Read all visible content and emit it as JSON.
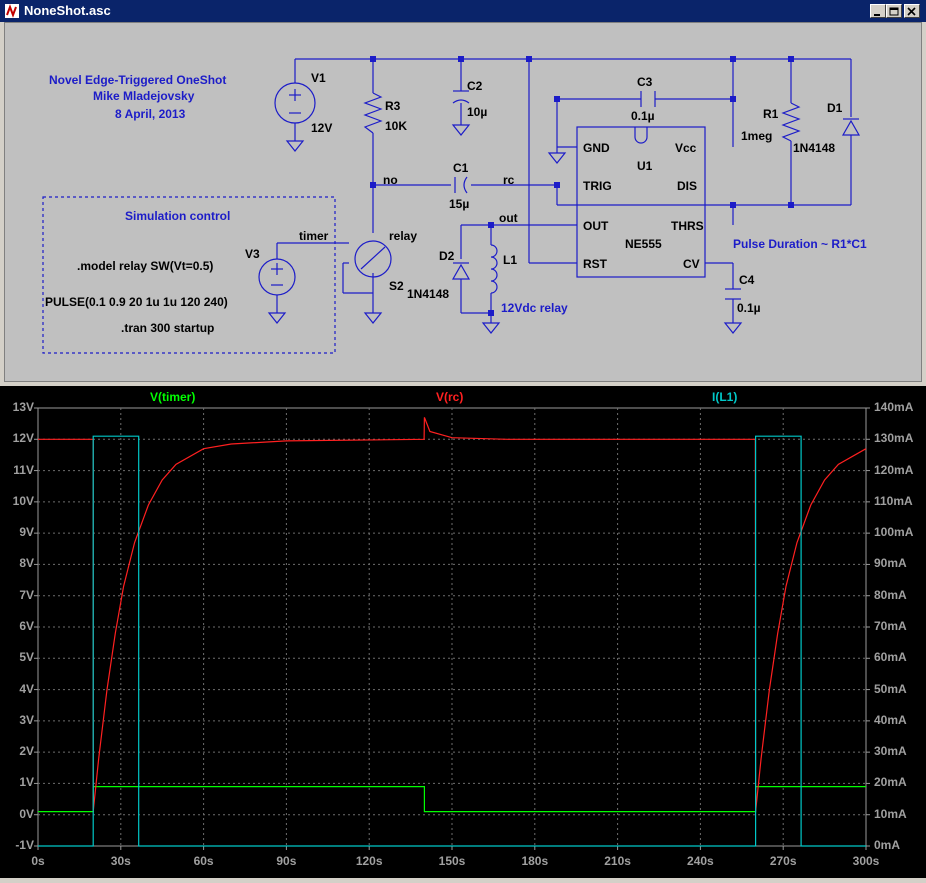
{
  "window": {
    "title": "NoneShot.asc",
    "buttons": [
      "minimize",
      "maximize",
      "close"
    ]
  },
  "schematic": {
    "notes": {
      "title_line1": "Novel Edge-Triggered OneShot",
      "title_line2": "Mike Mladejovsky",
      "title_line3": "8 April, 2013",
      "sim_control_title": "Simulation control",
      "model_directive": ".model relay SW(Vt=0.5)",
      "pulse_directive": "PULSE(0.1 0.9 20 1u 1u 120 240)",
      "tran_directive": ".tran 300 startup",
      "pulse_duration": "Pulse Duration ~ R1*C1",
      "relay_note": "12Vdc relay"
    },
    "components": {
      "v1_name": "V1",
      "v1_value": "12V",
      "v3_name": "V3",
      "r3_name": "R3",
      "r3_value": "10K",
      "c2_name": "C2",
      "c2_value": "10µ",
      "c3_name": "C3",
      "c3_value": "0.1µ",
      "r1_name": "R1",
      "r1_value": "1meg",
      "d1_name": "D1",
      "d1_value": "1N4148",
      "c1_name": "C1",
      "c1_value": "15µ",
      "s2_name": "S2",
      "s2_model": "relay",
      "d2_name": "D2",
      "d2_value": "1N4148",
      "l1_name": "L1",
      "u1_name": "U1",
      "u1_part": "NE555",
      "c4_name": "C4",
      "c4_value": "0.1µ"
    },
    "nets": {
      "timer": "timer",
      "no": "no",
      "rc": "rc",
      "out": "out"
    },
    "ic_pins": {
      "gnd": "GND",
      "vcc": "Vcc",
      "trig": "TRIG",
      "dis": "DIS",
      "out": "OUT",
      "thrs": "THRS",
      "rst": "RST",
      "cv": "CV"
    }
  },
  "chart_data": {
    "type": "line",
    "x": [
      0,
      20,
      30,
      40,
      60,
      80,
      100,
      120,
      139.9,
      140,
      145,
      160,
      200,
      259.9,
      260,
      270,
      280,
      290,
      300
    ],
    "x_ticks": [
      "0s",
      "30s",
      "60s",
      "90s",
      "120s",
      "150s",
      "180s",
      "210s",
      "240s",
      "270s",
      "300s"
    ],
    "xlim": [
      0,
      300
    ],
    "ylim_left": [
      -1,
      13
    ],
    "y_ticks_left": [
      "13V",
      "12V",
      "11V",
      "10V",
      "9V",
      "8V",
      "7V",
      "6V",
      "5V",
      "4V",
      "3V",
      "2V",
      "1V",
      "0V",
      "-1V"
    ],
    "ylim_right": [
      0,
      140
    ],
    "y_ticks_right": [
      "140mA",
      "130mA",
      "120mA",
      "110mA",
      "100mA",
      "90mA",
      "80mA",
      "70mA",
      "60mA",
      "50mA",
      "40mA",
      "30mA",
      "20mA",
      "10mA",
      "0mA"
    ],
    "series": [
      {
        "name": "V(timer)",
        "color": "#00ff00",
        "axis": "left",
        "points": [
          [
            0,
            0.1
          ],
          [
            20,
            0.1
          ],
          [
            20,
            0.9
          ],
          [
            140,
            0.9
          ],
          [
            140,
            0.1
          ],
          [
            260,
            0.1
          ],
          [
            260,
            0.9
          ],
          [
            300,
            0.9
          ]
        ]
      },
      {
        "name": "V(rc)",
        "color": "#ff2020",
        "axis": "left",
        "points": [
          [
            0,
            12.0
          ],
          [
            20,
            12.0
          ],
          [
            20,
            0.1
          ],
          [
            22,
            1.8
          ],
          [
            25,
            4.0
          ],
          [
            28,
            5.8
          ],
          [
            31,
            7.3
          ],
          [
            35,
            8.7
          ],
          [
            40,
            9.9
          ],
          [
            45,
            10.7
          ],
          [
            50,
            11.2
          ],
          [
            60,
            11.7
          ],
          [
            70,
            11.85
          ],
          [
            90,
            11.95
          ],
          [
            139.9,
            12.0
          ],
          [
            140,
            12.7
          ],
          [
            142,
            12.25
          ],
          [
            150,
            12.05
          ],
          [
            170,
            12.0
          ],
          [
            259.9,
            12.0
          ],
          [
            260,
            0.1
          ],
          [
            262,
            1.8
          ],
          [
            265,
            4.0
          ],
          [
            268,
            5.8
          ],
          [
            271,
            7.3
          ],
          [
            275,
            8.7
          ],
          [
            280,
            9.9
          ],
          [
            285,
            10.7
          ],
          [
            290,
            11.2
          ],
          [
            300,
            11.7
          ]
        ]
      },
      {
        "name": "I(L1)",
        "color": "#00c8c8",
        "axis": "right",
        "points": [
          [
            0,
            0
          ],
          [
            20,
            0
          ],
          [
            20,
            131
          ],
          [
            36.5,
            131
          ],
          [
            36.5,
            0
          ],
          [
            260,
            0
          ],
          [
            260,
            131
          ],
          [
            276.5,
            131
          ],
          [
            276.5,
            0
          ],
          [
            300,
            0
          ]
        ]
      }
    ],
    "grid": true
  }
}
